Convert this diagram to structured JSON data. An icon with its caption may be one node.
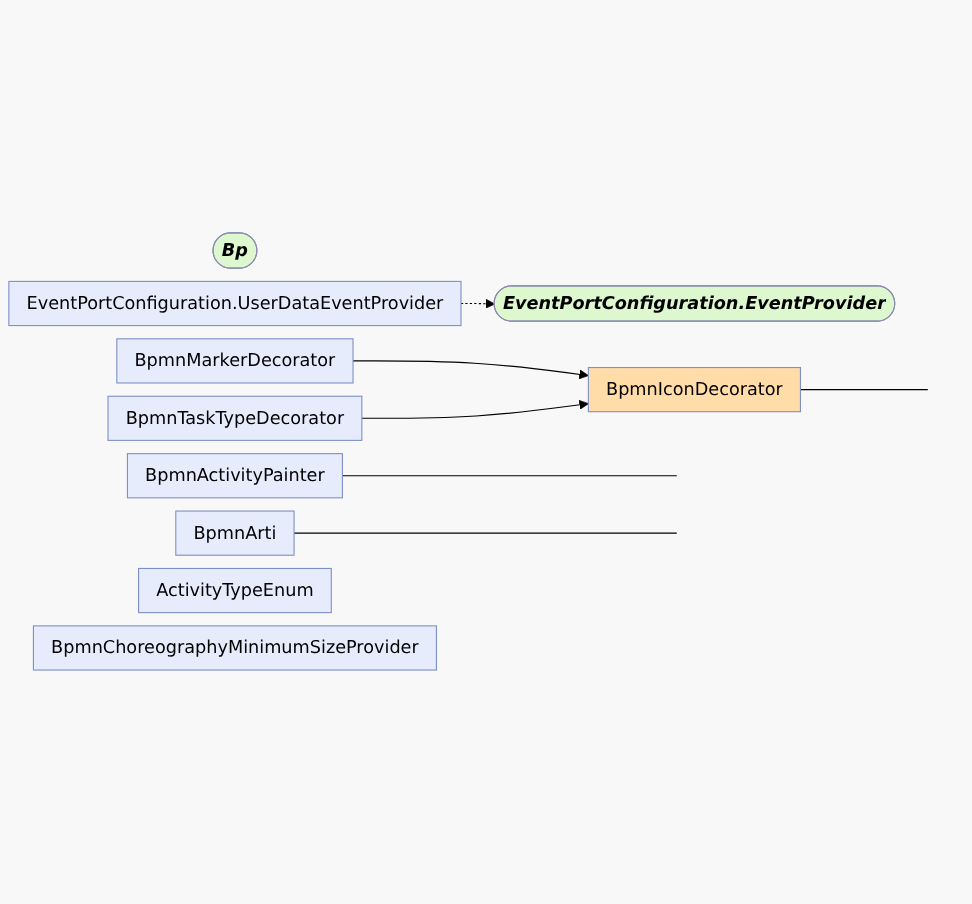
{
  "diagram": {
    "nodes": [
      {
        "text": [
          "EventPortConfiguration.EventProvider"
        ]
      },
      {
        "text": [
          "Bp"
        ]
      },
      {
        "text": [
          "EventPortConfiguration.UserDataEventProvider"
        ]
      },
      {
        "text": [
          "BpmnIconDecorator"
        ]
      },
      {
        "text": [
          "BpmnActivityPainter"
        ]
      },
      {
        "text": [
          "BpmnArti"
        ]
      },
      {
        "text": [
          "BpmnMarkerDecorator"
        ]
      },
      {
        "text": [
          "BpmnTaskTypeDecorator"
        ]
      },
      {
        "text": [
          "ActivityTypeEnum"
        ]
      },
      {
        "text": [
          "BpmnChoreographyMinimumSizeProvider"
        ]
      }
    ],
    "edges": [
      {
        "from": 2,
        "to": 0,
        "arrow": "to",
        "style": "dashed"
      },
      {
        "from": 3,
        "to": null,
        "arrow": "none"
      },
      {
        "from": 4,
        "to": null,
        "arrow": "none"
      },
      {
        "from": 5,
        "to": null,
        "arrow": "none"
      },
      {
        "from": 6,
        "to": 3,
        "arrow": "to"
      },
      {
        "from": 7,
        "to": 3,
        "arrow": "to"
      }
    ]
  }
}
